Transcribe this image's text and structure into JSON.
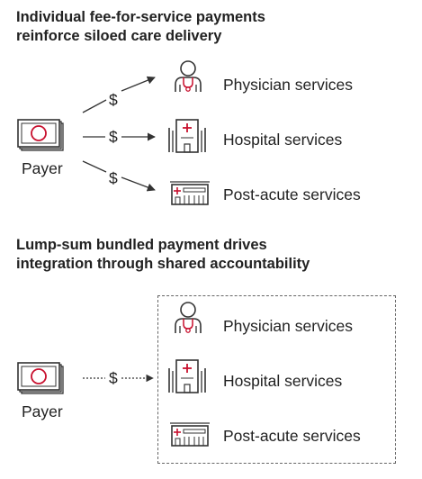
{
  "section1": {
    "title_line1": "Individual fee-for-service payments",
    "title_line2": "reinforce siloed care delivery",
    "payer_label": "Payer",
    "dollar_sign": "$",
    "services": [
      "Physician services",
      "Hospital services",
      "Post-acute services"
    ]
  },
  "section2": {
    "title_line1": "Lump-sum bundled payment drives",
    "title_line2": "integration through shared accountability",
    "payer_label": "Payer",
    "dollar_sign": "$",
    "services": [
      "Physician services",
      "Hospital services",
      "Post-acute services"
    ]
  },
  "colors": {
    "accent": "#c8102e",
    "line": "#333333",
    "text": "#222222"
  },
  "icons": [
    "money-icon",
    "physician-icon",
    "hospital-icon",
    "post-acute-facility-icon"
  ]
}
